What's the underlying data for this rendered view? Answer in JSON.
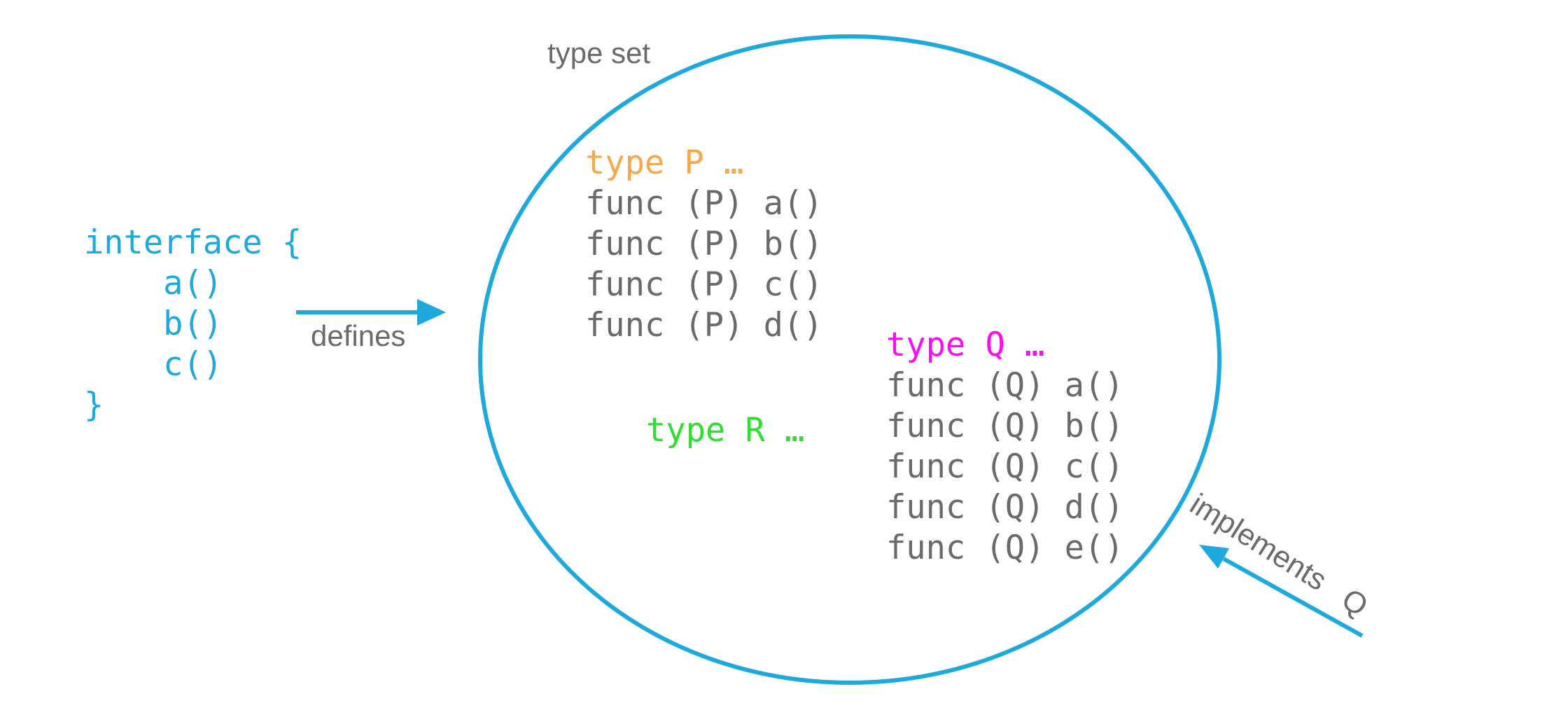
{
  "colors": {
    "cyan": "#1ea9dc",
    "gray": "#6a6a6a",
    "orange": "#f9a74b",
    "magenta": "#fa0df2",
    "green": "#2fdf2f",
    "background": "#ffffff"
  },
  "diagram": {
    "type_set_label": "type set",
    "defines_label": "defines",
    "implements_label": "implements Q",
    "interface_code": [
      "interface {",
      "    a()",
      "    b()",
      "    c()",
      "}"
    ],
    "types": {
      "p": {
        "title": "type P …",
        "methods": [
          "func (P) a()",
          "func (P) b()",
          "func (P) c()",
          "func (P) d()"
        ]
      },
      "q": {
        "title": "type Q …",
        "methods": [
          "func (Q) a()",
          "func (Q) b()",
          "func (Q) c()",
          "func (Q) d()",
          "func (Q) e()"
        ]
      },
      "r": {
        "title": "type R …",
        "methods": []
      }
    }
  }
}
